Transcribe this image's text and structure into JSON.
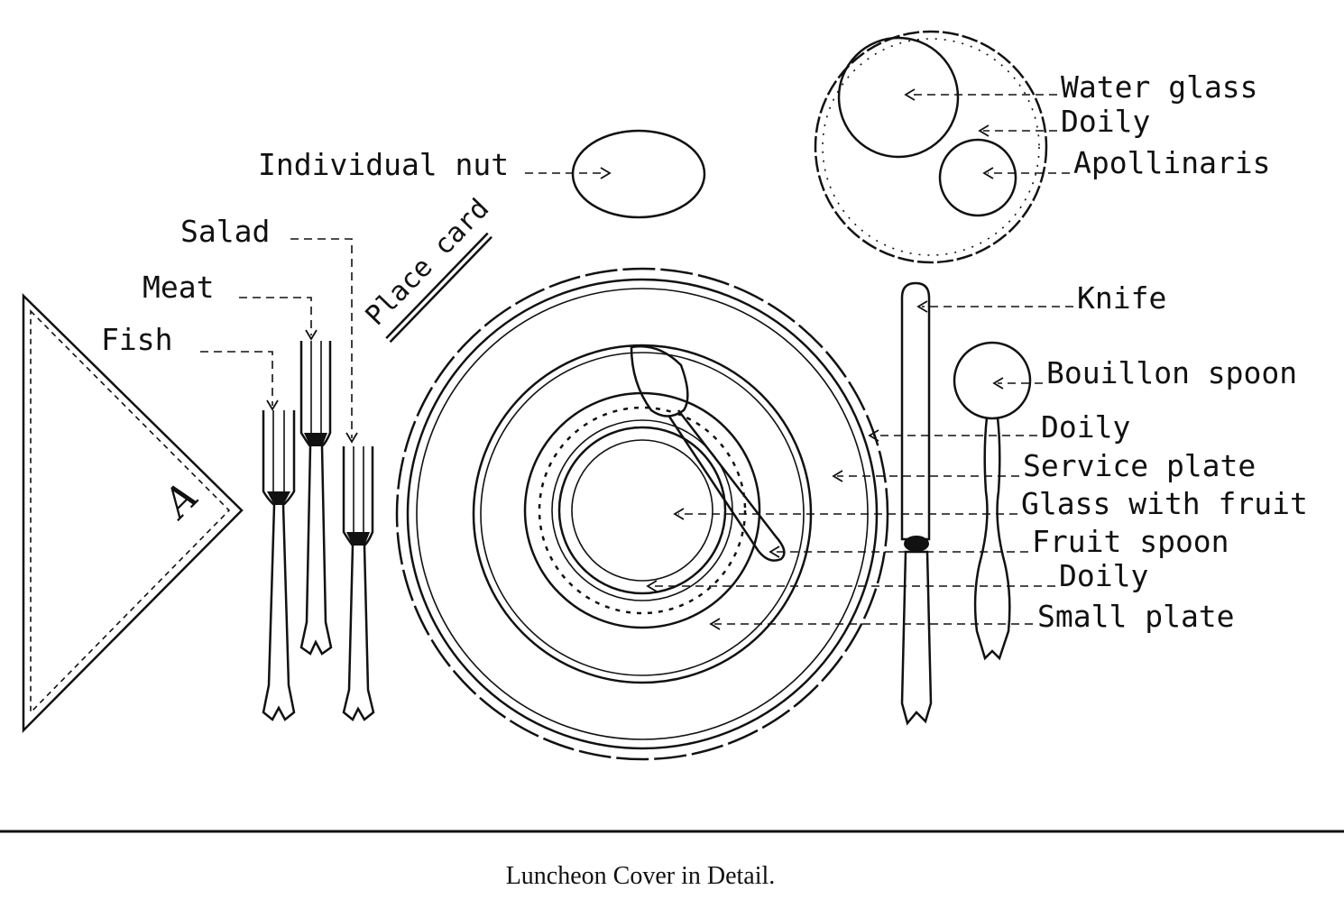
{
  "labels": {
    "water_glass": "Water glass",
    "doily_top": "Doily",
    "apollinaris": "Apollinaris",
    "individual_nut": "Individual nut",
    "salad": "Salad",
    "meat": "Meat",
    "fish": "Fish",
    "place_card": "Place card",
    "knife": "Knife",
    "bouillon_spoon": "Bouillon spoon",
    "doily_1": "Doily",
    "service_plate": "Service plate",
    "glass_with_fruit": "Glass with fruit",
    "fruit_spoon": "Fruit spoon",
    "doily_2": "Doily",
    "small_plate": "Small plate"
  },
  "monogram": "A",
  "caption": "Luncheon Cover in Detail."
}
